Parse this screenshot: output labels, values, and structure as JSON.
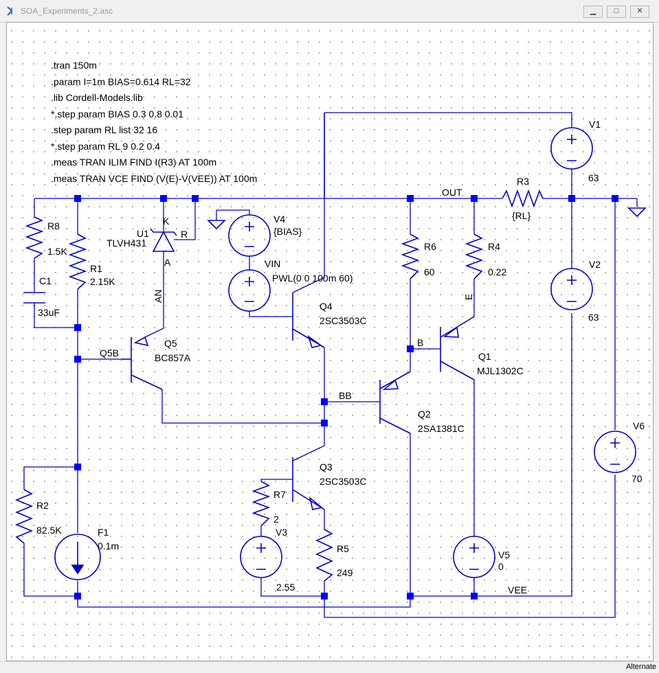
{
  "window": {
    "title": "SOA_Experiments_2.asc",
    "minimize_glyph": "▁",
    "maximize_glyph": "□",
    "close_glyph": "✕"
  },
  "statusbar": {
    "mode": "Alternate"
  },
  "directives": [
    ".tran 150m",
    ".param I=1m BIAS=0.614 RL=32",
    ".lib Cordell-Models.lib",
    "*.step param BIAS 0.3 0.8 0.01",
    ".step param RL list 32 16",
    "*.step param RL 9 0.2 0.4",
    ".meas TRAN ILIM FIND I(R3) AT 100m",
    ".meas TRAN VCE FIND (V(E)-V(VEE)) AT 100m"
  ],
  "components": {
    "R8": {
      "name": "R8",
      "value": "1.5K"
    },
    "R1": {
      "name": "R1",
      "value": "2.15K"
    },
    "C1": {
      "name": "C1",
      "value": "33uF"
    },
    "U1": {
      "name": "U1",
      "value": "TLVH431",
      "pin_k": "K",
      "pin_r": "R",
      "pin_a": "A"
    },
    "V4": {
      "name": "V4",
      "value": "{BIAS}"
    },
    "VIN": {
      "name": "VIN",
      "value": "PWL(0 0 100m 60)"
    },
    "Q4": {
      "name": "Q4",
      "value": "2SC3503C"
    },
    "Q5": {
      "name": "Q5",
      "value": "BC857A"
    },
    "R6": {
      "name": "R6",
      "value": "60"
    },
    "R4": {
      "name": "R4",
      "value": "0.22"
    },
    "R3": {
      "name": "R3",
      "value": "{RL}"
    },
    "Q1": {
      "name": "Q1",
      "value": "MJL1302C"
    },
    "Q2": {
      "name": "Q2",
      "value": "2SA1381C"
    },
    "Q3": {
      "name": "Q3",
      "value": "2SC3503C"
    },
    "R7": {
      "name": "R7",
      "value": "2"
    },
    "V3": {
      "name": "V3",
      "value": "2.55"
    },
    "R5": {
      "name": "R5",
      "value": "249"
    },
    "R2": {
      "name": "R2",
      "value": "82.5K"
    },
    "F1": {
      "name": "F1",
      "value": "0.1m"
    },
    "V1": {
      "name": "V1",
      "value": "63"
    },
    "V2": {
      "name": "V2",
      "value": "63"
    },
    "V5": {
      "name": "V5",
      "value": "0"
    },
    "V6": {
      "name": "V6",
      "value": "70"
    }
  },
  "nets": {
    "an": "AN",
    "q5b": "Q5B",
    "bb": "BB",
    "b": "B",
    "e": "E",
    "out": "OUT",
    "vee": "VEE"
  },
  "colors": {
    "wire": "#0000c8",
    "node": "#0000ff",
    "grid": "#9a9a9a"
  }
}
